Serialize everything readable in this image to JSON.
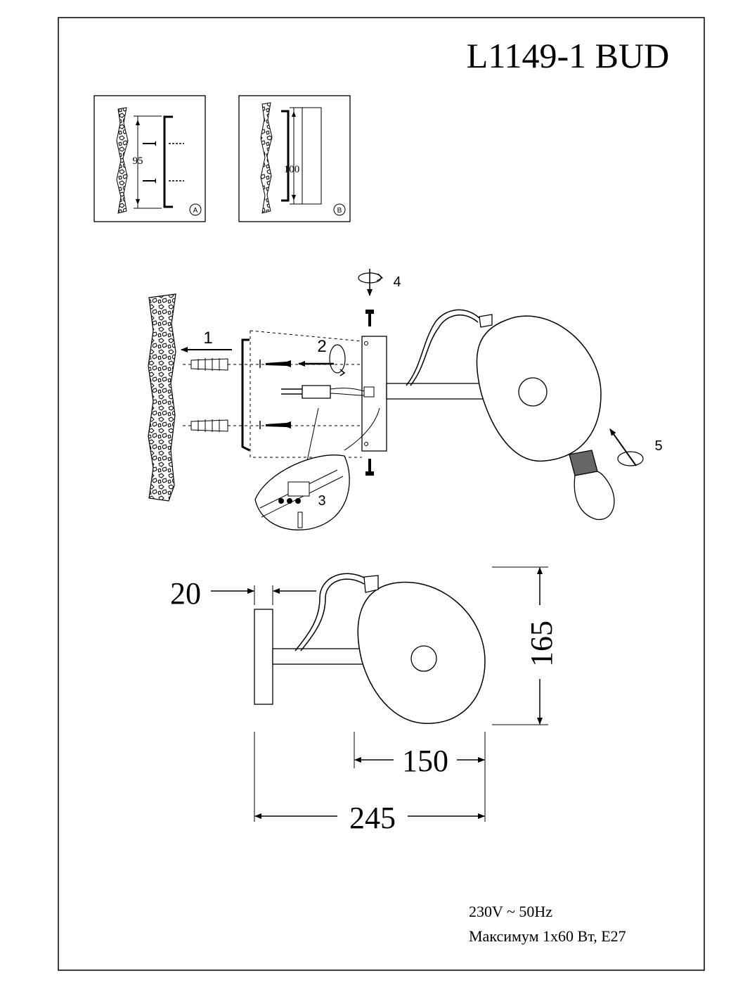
{
  "title": "L1149-1 BUD",
  "inset_a": {
    "dimension": "95",
    "label": "A"
  },
  "inset_b": {
    "dimension": "100",
    "label": "B"
  },
  "steps": [
    "1",
    "2",
    "3",
    "4",
    "5"
  ],
  "dimensions": {
    "depth": "20",
    "height": "165",
    "shade_width": "150",
    "total_length": "245"
  },
  "specs": {
    "voltage": "230V ~ 50Hz",
    "max_power": "Максимум 1x60 Вт, E27"
  }
}
